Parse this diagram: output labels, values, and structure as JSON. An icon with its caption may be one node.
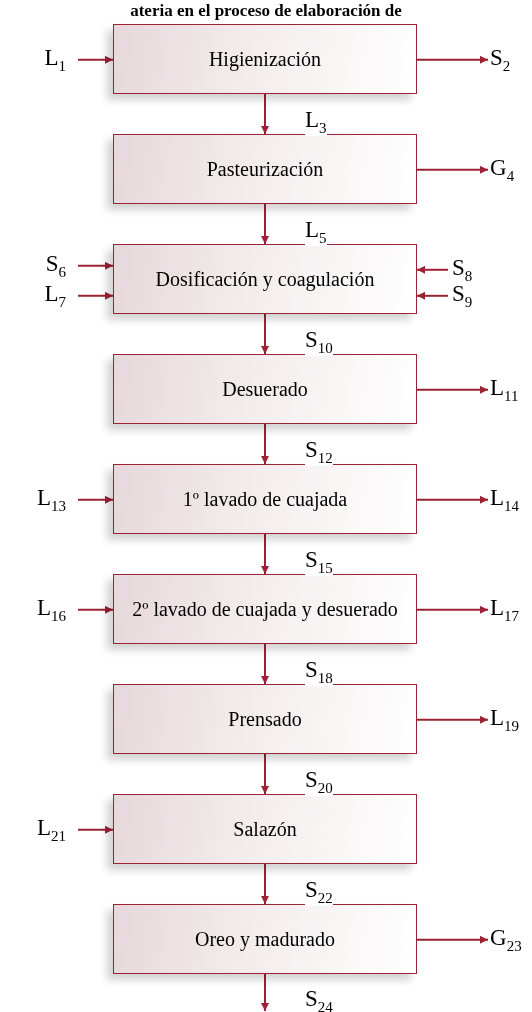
{
  "diagram": {
    "title": "ateria en el proceso de elaboración de",
    "nodes": [
      {
        "text": [
          "L$_{1}$"
        ]
      },
      {
        "text": [
          "Higienización"
        ]
      },
      {
        "text": [
          "S$_{2}$"
        ]
      },
      {
        "text": [
          "Pasteurización"
        ]
      },
      {
        "text": [
          "G$_{4}$"
        ]
      },
      {
        "text": [
          "S$_{6}$"
        ]
      },
      {
        "text": [
          "L$_{7}$"
        ]
      },
      {
        "text": [
          "Dosificación y coagulación"
        ]
      },
      {
        "text": [
          "S$_{8}$"
        ]
      },
      {
        "text": [
          "S$_{9}$"
        ]
      },
      {
        "text": [
          "Desuerado"
        ]
      },
      {
        "text": [
          "L$_{11}$"
        ]
      },
      {
        "text": [
          "L$_{13}$"
        ]
      },
      {
        "text": [
          "1º lavado de cuajada"
        ]
      },
      {
        "text": [
          "L$_{14}$"
        ]
      },
      {
        "text": [
          "L$_{16}$"
        ]
      },
      {
        "text": [
          "2º lavado de cuajada y desuerado"
        ]
      },
      {
        "text": [
          "L$_{17}$"
        ]
      },
      {
        "text": [
          "Prensado"
        ]
      },
      {
        "text": [
          "L$_{19}$"
        ]
      },
      {
        "text": [
          "L$_{21}$"
        ]
      },
      {
        "text": [
          "Salazón"
        ]
      },
      {
        "text": [
          "Oreo y madurado"
        ]
      },
      {
        "text": [
          "G$_{23}$"
        ]
      }
    ],
    "edges": [
      {
        "from": 0,
        "to": 1,
        "arrow": "to"
      },
      {
        "from": 1,
        "to": 2,
        "arrow": "to"
      },
      {
        "from": 1,
        "to": 3,
        "arrow": "to",
        "label": "L$_{3}$"
      },
      {
        "from": 3,
        "to": 4,
        "arrow": "to"
      },
      {
        "from": 3,
        "to": 7,
        "arrow": "to",
        "label": "L$_{5}$"
      },
      {
        "from": 5,
        "to": 7,
        "arrow": "to"
      },
      {
        "from": 6,
        "to": 7,
        "arrow": "to"
      },
      {
        "from": 8,
        "to": 7,
        "arrow": "to"
      },
      {
        "from": 9,
        "to": 7,
        "arrow": "to"
      },
      {
        "from": 7,
        "to": 10,
        "arrow": "to",
        "label": "S$_{10}$"
      },
      {
        "from": 10,
        "to": 11,
        "arrow": "to"
      },
      {
        "from": 10,
        "to": 13,
        "arrow": "to",
        "label": "S$_{12}$"
      },
      {
        "from": 12,
        "to": 13,
        "arrow": "to"
      },
      {
        "from": 13,
        "to": 14,
        "arrow": "to"
      },
      {
        "from": 13,
        "to": 16,
        "arrow": "to",
        "label": "S$_{15}$"
      },
      {
        "from": 15,
        "to": 16,
        "arrow": "to"
      },
      {
        "from": 16,
        "to": 17,
        "arrow": "to"
      },
      {
        "from": 16,
        "to": 18,
        "arrow": "to",
        "label": "S$_{18}$"
      },
      {
        "from": 18,
        "to": 19,
        "arrow": "to"
      },
      {
        "from": 18,
        "to": 21,
        "arrow": "to",
        "label": "S$_{20}$"
      },
      {
        "from": 20,
        "to": 21,
        "arrow": "to"
      },
      {
        "from": 21,
        "to": 22,
        "arrow": "to",
        "label": "S$_{22}$"
      },
      {
        "from": 22,
        "to": 23,
        "arrow": "to"
      },
      {
        "from": 22,
        "to": null,
        "arrow": "to",
        "label": "S$_{24}$"
      }
    ]
  }
}
